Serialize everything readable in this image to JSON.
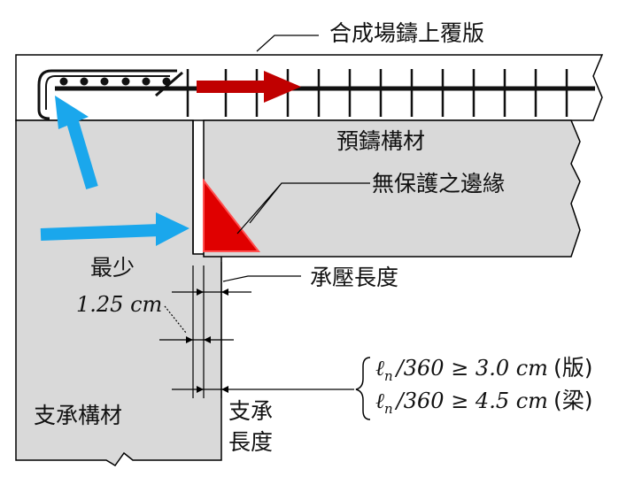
{
  "labels": {
    "topping": "合成場鑄上覆版",
    "precast": "預鑄構材",
    "unprotected_edge": "無保護之邊緣",
    "min_label": "最少",
    "min_value": "1.25 cm",
    "bearing_pressure_length": "承壓長度",
    "support_member": "支承構材",
    "bearing_length_line1": "支承",
    "bearing_length_line2": "長度"
  },
  "formulas": [
    {
      "symbol": "ℓ",
      "sub": "n",
      "expr": "/360 ≥ 3.0 cm",
      "tag": "(版)"
    },
    {
      "symbol": "ℓ",
      "sub": "n",
      "expr": "/360 ≥ 4.5 cm",
      "tag": "(梁)"
    }
  ],
  "colors": {
    "concrete": "#d9d9d9",
    "outline": "#000000",
    "rebar": "#111111",
    "force_red": "#c00000",
    "edge_red": "#e00000",
    "force_blue": "#1aa7ec"
  },
  "icons": {
    "right_arrow": "red-right-arrow-icon",
    "up_arrow": "blue-diagonal-arrow-icon",
    "side_arrow": "blue-right-arrow-icon"
  }
}
